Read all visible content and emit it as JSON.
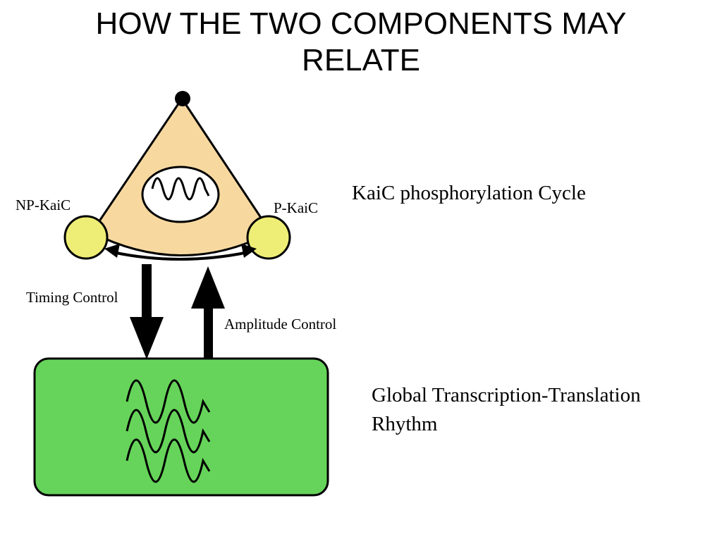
{
  "title": {
    "line1": "HOW THE TWO COMPONENTS MAY",
    "line2": "RELATE"
  },
  "diagram": {
    "node_np_kaic": "NP-KaiC",
    "node_p_kaic": "P-KaiC",
    "cycle_label": "KaiC phosphorylation Cycle",
    "timing_control": "Timing Control",
    "amplitude_control": "Amplitude Control",
    "rhythm_label_line1": "Global Transcription-Translation",
    "rhythm_label_line2": "Rhythm"
  },
  "colors": {
    "triangle_fill": "#f7d9a0",
    "node_fill": "#eeee77",
    "box_fill": "#66d45a",
    "stroke": "#000000"
  }
}
